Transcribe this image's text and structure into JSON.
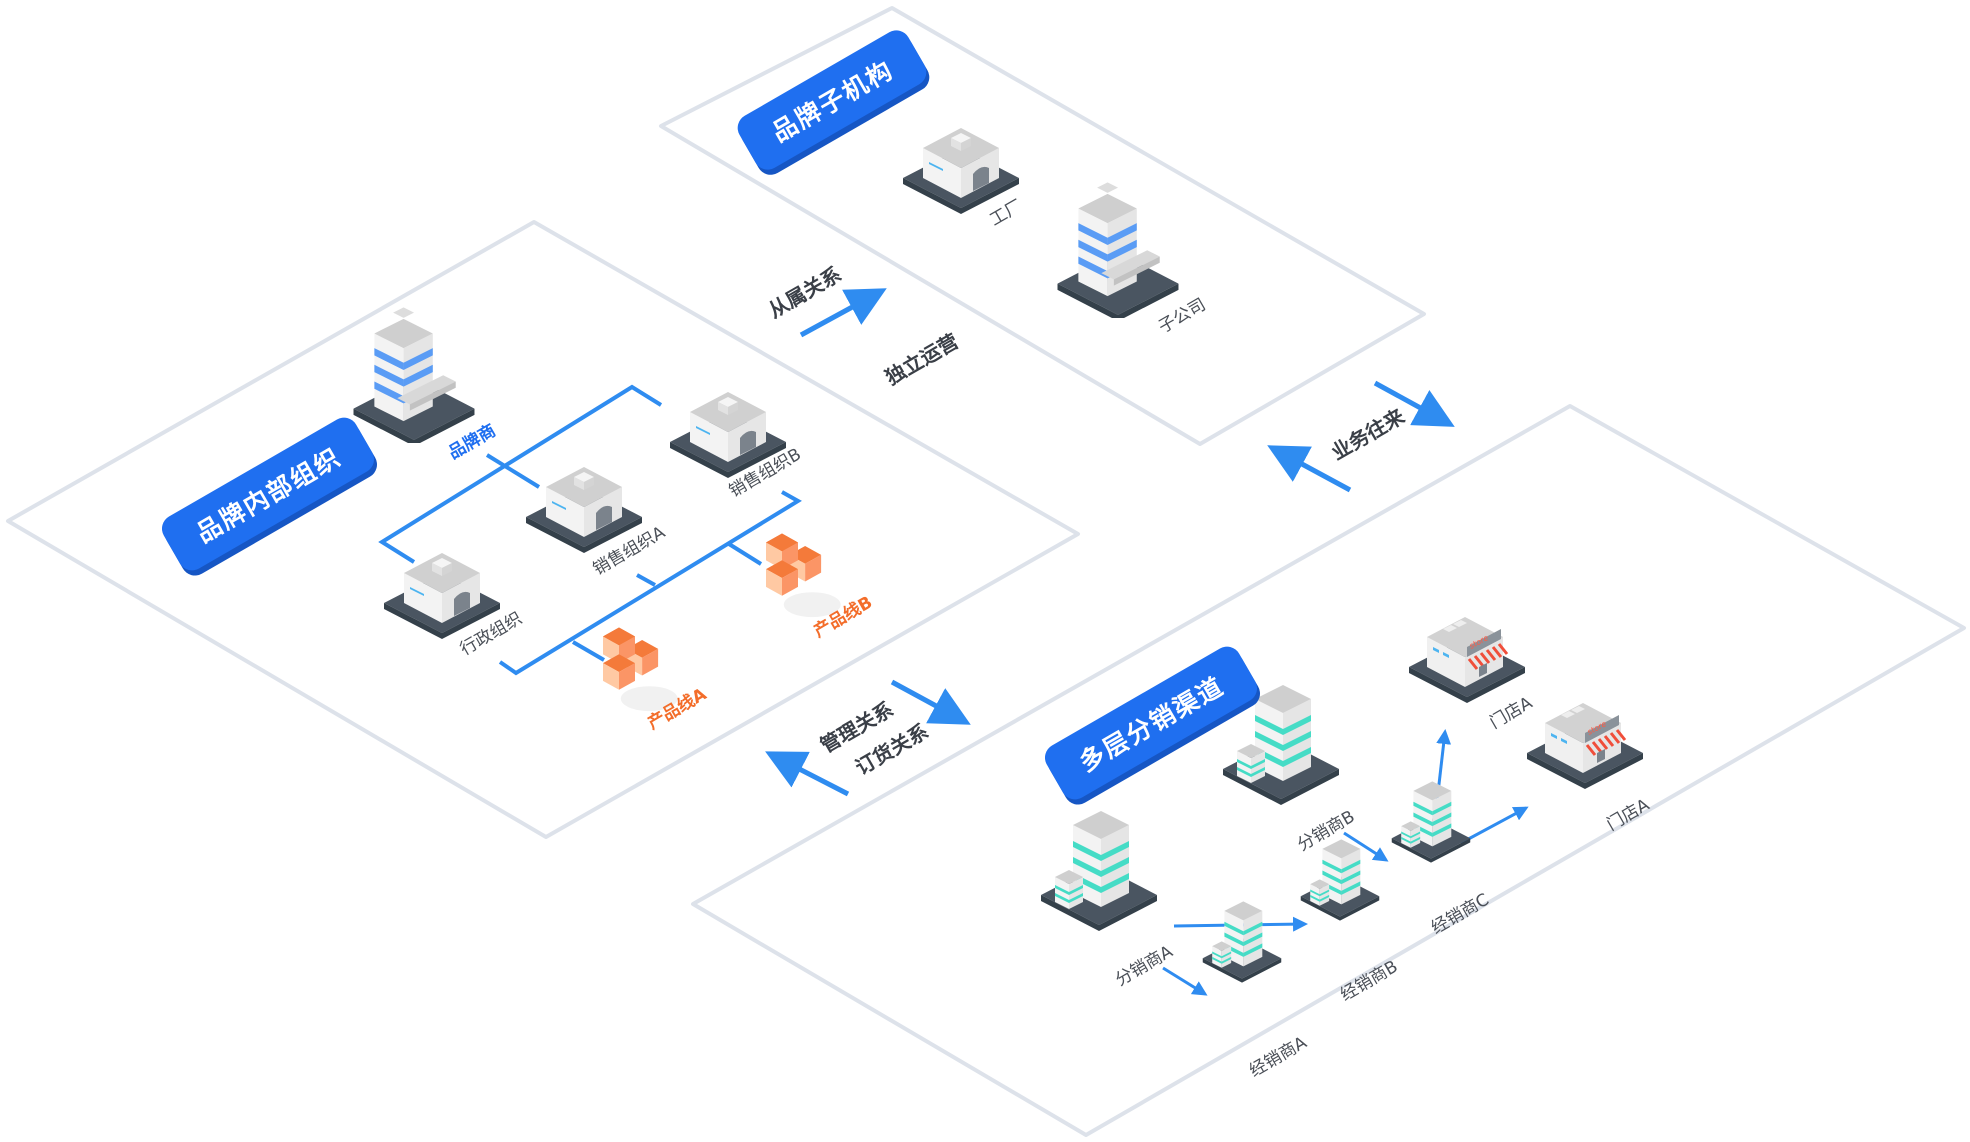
{
  "panels": {
    "subsidiary": {
      "title": "品牌子机构",
      "items": [
        {
          "label": "工厂"
        },
        {
          "label": "子公司"
        }
      ]
    },
    "internal": {
      "title": "品牌内部组织",
      "items": [
        {
          "label": "品牌商"
        },
        {
          "label": "销售组织B"
        },
        {
          "label": "销售组织A"
        },
        {
          "label": "行政组织"
        },
        {
          "label": "产品线B"
        },
        {
          "label": "产品线A"
        }
      ]
    },
    "channel": {
      "title": "多层分销渠道",
      "items": [
        {
          "label": "分销商B"
        },
        {
          "label": "分销商A"
        },
        {
          "label": "经销商A"
        },
        {
          "label": "经销商B"
        },
        {
          "label": "经销商C"
        },
        {
          "label": "门店A"
        },
        {
          "label": "门店A"
        }
      ],
      "store_sign": "store"
    }
  },
  "relations": {
    "affiliation": "从属关系",
    "independent": "独立运营",
    "business": "业务往来",
    "management": "管理关系",
    "ordering": "订货关系"
  },
  "colors": {
    "accent": "#1f6ff0",
    "line": "#2f8cf0",
    "orange": "#f36d2a",
    "outline": "#dde2ea"
  }
}
